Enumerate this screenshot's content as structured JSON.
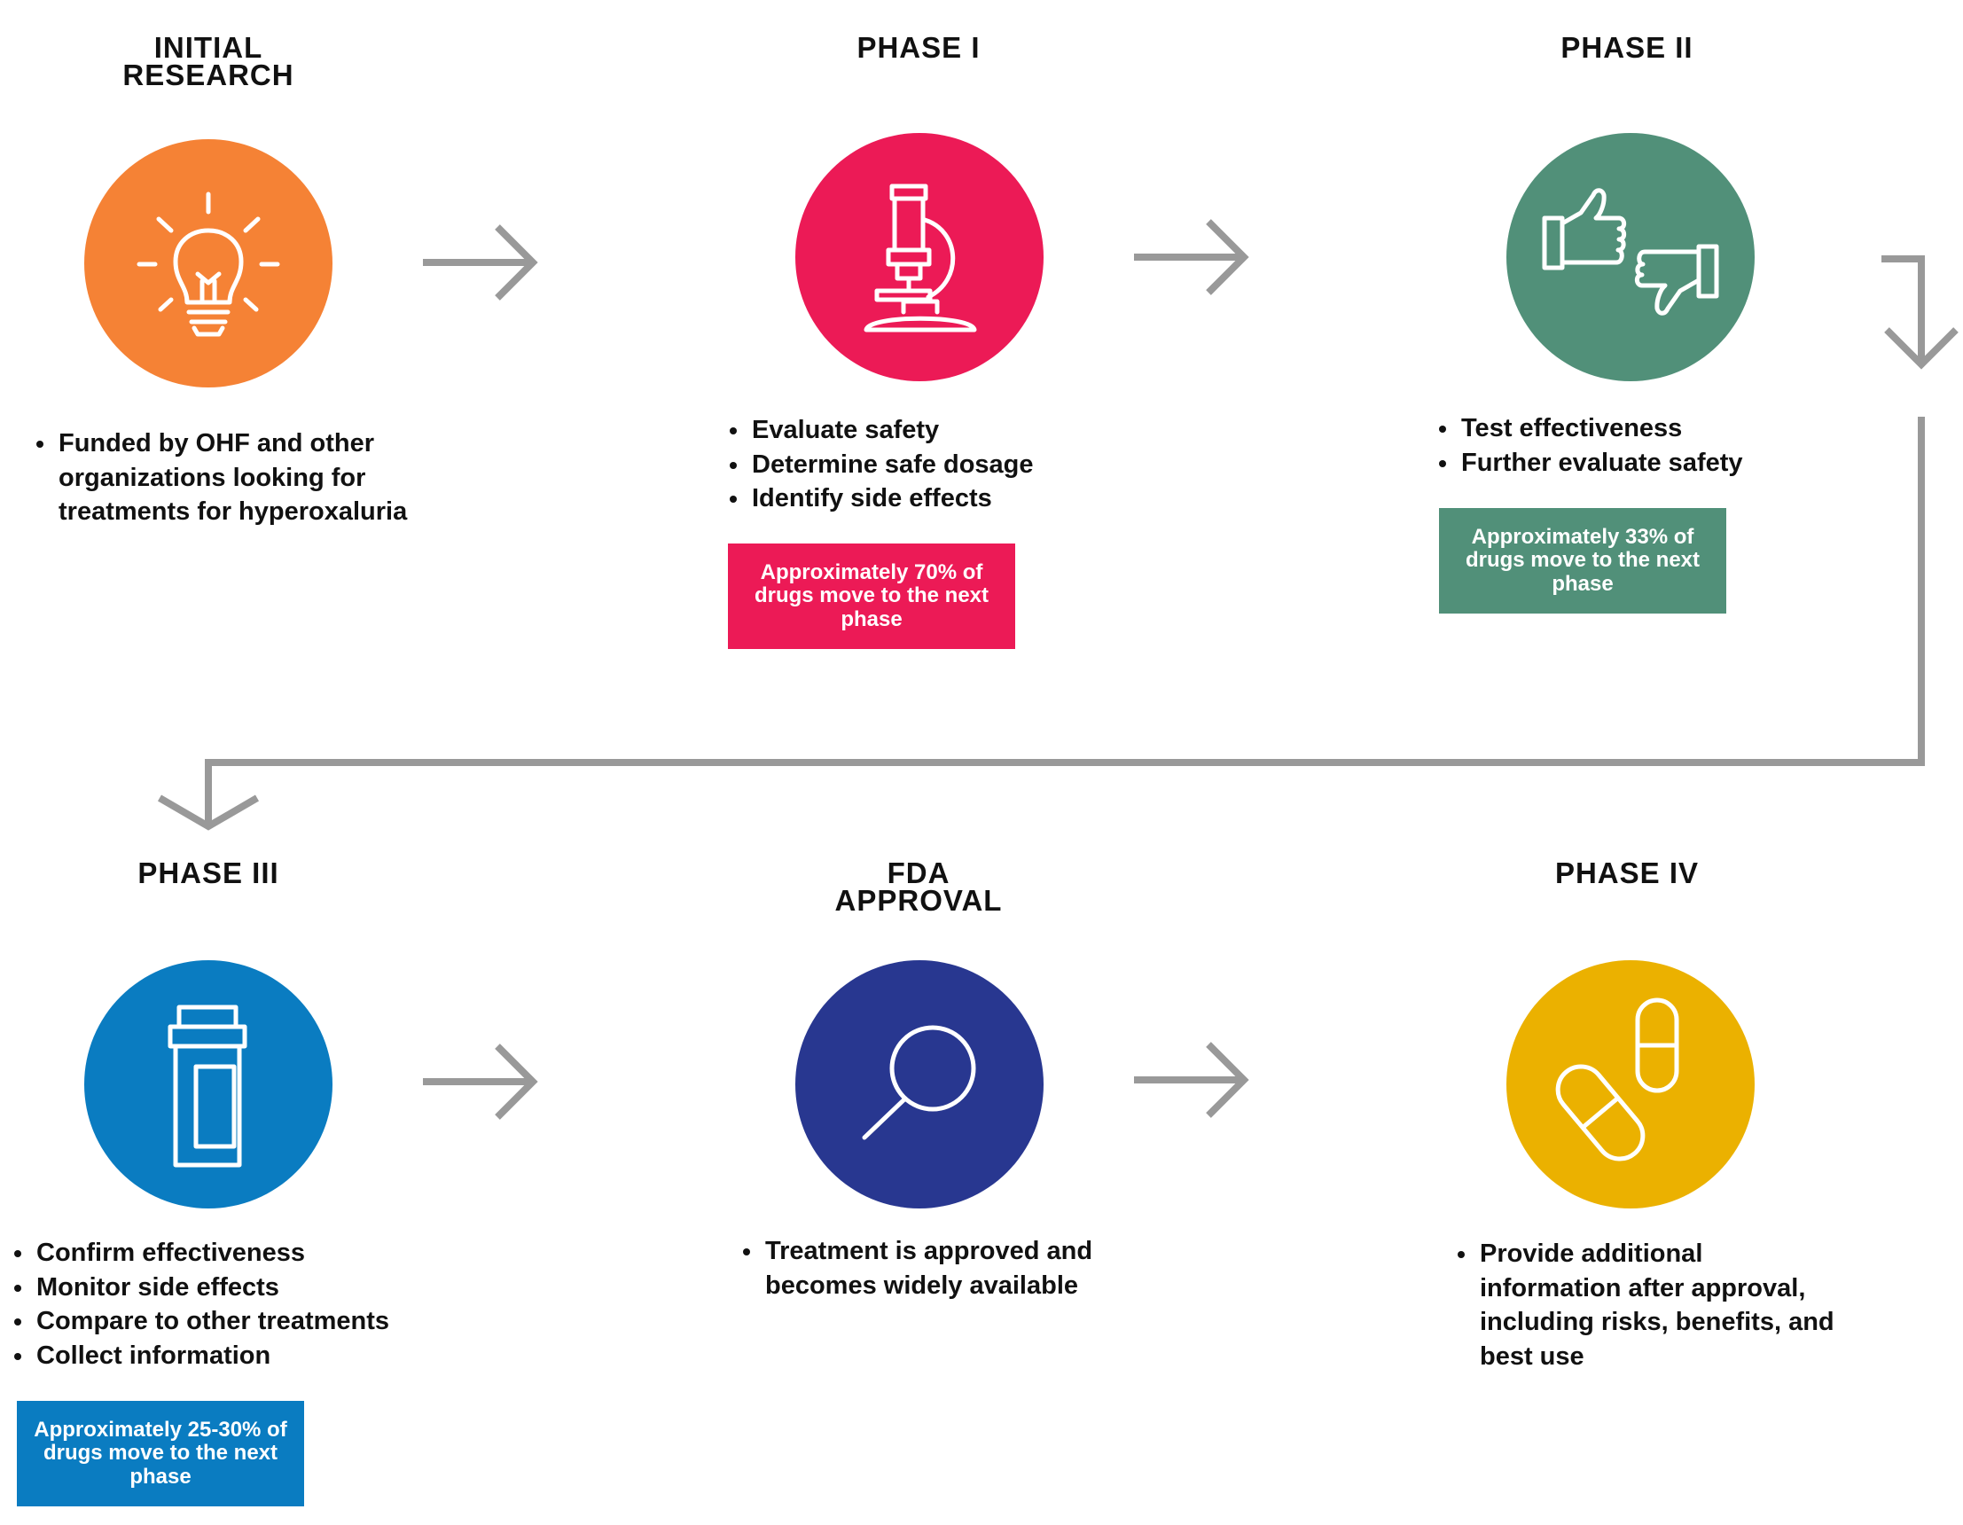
{
  "stages": [
    {
      "title": "INITIAL\nRESEARCH",
      "icon": "lightbulb-icon",
      "color": "#F58235",
      "bullets": [
        "Funded by OHF and other organizations looking for treatments for hyperoxaluria"
      ],
      "note": null
    },
    {
      "title": "PHASE I",
      "icon": "microscope-icon",
      "color": "#EC1A56",
      "bullets": [
        "Evaluate safety",
        "Determine safe dosage",
        "Identify side effects"
      ],
      "note": "Approximately 70% of drugs move to the next phase"
    },
    {
      "title": "PHASE II",
      "icon": "thumbs-up-down-icon",
      "color": "#519079",
      "bullets": [
        "Test effectiveness",
        "Further evaluate safety"
      ],
      "note": "Approximately 33% of drugs move to the next phase"
    },
    {
      "title": "PHASE III",
      "icon": "pill-bottle-icon",
      "color": "#0A7CC1",
      "bullets": [
        "Confirm effectiveness",
        "Monitor side effects",
        "Compare to other treatments",
        "Collect information"
      ],
      "note": "Approximately 25-30% of drugs move to the next phase"
    },
    {
      "title": "FDA\nAPPROVAL",
      "icon": "magnifier-icon",
      "color": "#283790",
      "bullets": [
        "Treatment is approved and becomes widely available"
      ],
      "note": null
    },
    {
      "title": "PHASE IV",
      "icon": "capsules-icon",
      "color": "#EBB100",
      "bullets": [
        "Provide additional information after approval, including risks, benefits, and best use"
      ],
      "note": null
    }
  ],
  "arrow_color": "#999999"
}
